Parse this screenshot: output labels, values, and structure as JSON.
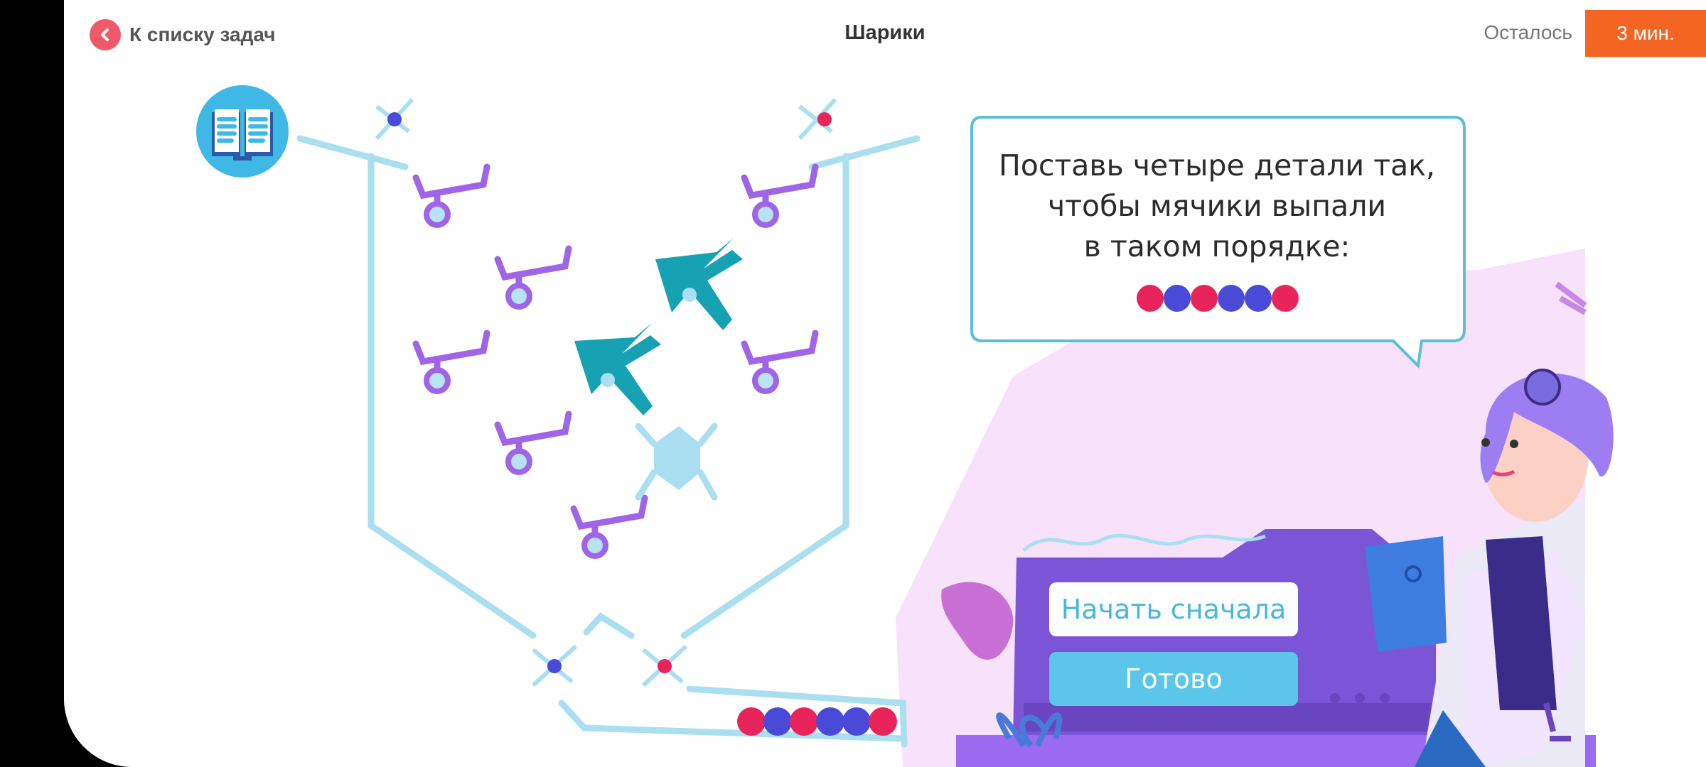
{
  "header": {
    "back_label": "К списку задач",
    "title": "Шарики",
    "remaining_label": "Осталось",
    "timer": "3 мин."
  },
  "task": {
    "lines": [
      "Поставь четыре детали так,",
      "чтобы мячики выпали",
      "в таком порядке:"
    ],
    "target_order": [
      "red",
      "blue",
      "red",
      "blue",
      "blue",
      "red"
    ]
  },
  "tray": {
    "balls": [
      "red",
      "blue",
      "red",
      "blue",
      "blue",
      "red"
    ]
  },
  "buttons": {
    "restart": "Начать сначала",
    "done": "Готово"
  },
  "colors": {
    "ball_red": "#e8245a",
    "ball_blue": "#4a4ad8",
    "track": "#a9dff0",
    "part_purple": "#a064e6",
    "part_teal": "#16a2b2",
    "timer": "#f46524",
    "bubble_border": "#5bbfd6",
    "bg_pink": "#f8e1fb",
    "machine": "#7c55d6"
  },
  "icons": [
    "back-arrow-icon",
    "book-icon"
  ]
}
